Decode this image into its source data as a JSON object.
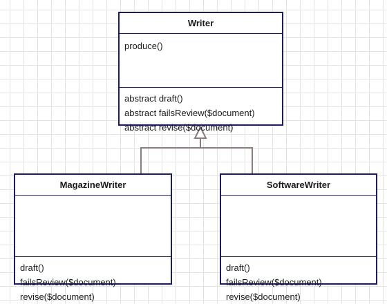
{
  "diagram": {
    "classes": {
      "writer": {
        "name": "Writer",
        "attributes": [
          "produce()"
        ],
        "operations": [
          "abstract draft()",
          "abstract failsReview($document)",
          "abstract revise($document)"
        ]
      },
      "magazine": {
        "name": "MagazineWriter",
        "attributes": [],
        "operations": [
          "draft()",
          "failsReview($document)",
          "revise($document)"
        ]
      },
      "software": {
        "name": "SoftwareWriter",
        "attributes": [],
        "operations": [
          "draft()",
          "failsReview($document)",
          "revise($document)"
        ]
      }
    },
    "relationships": [
      {
        "type": "generalization",
        "from": "magazine",
        "to": "writer"
      },
      {
        "type": "generalization",
        "from": "software",
        "to": "writer"
      }
    ],
    "colors": {
      "class_border": "#1a1a6e",
      "connector": "#8b7b7b",
      "grid": "#e3e3e3"
    }
  }
}
